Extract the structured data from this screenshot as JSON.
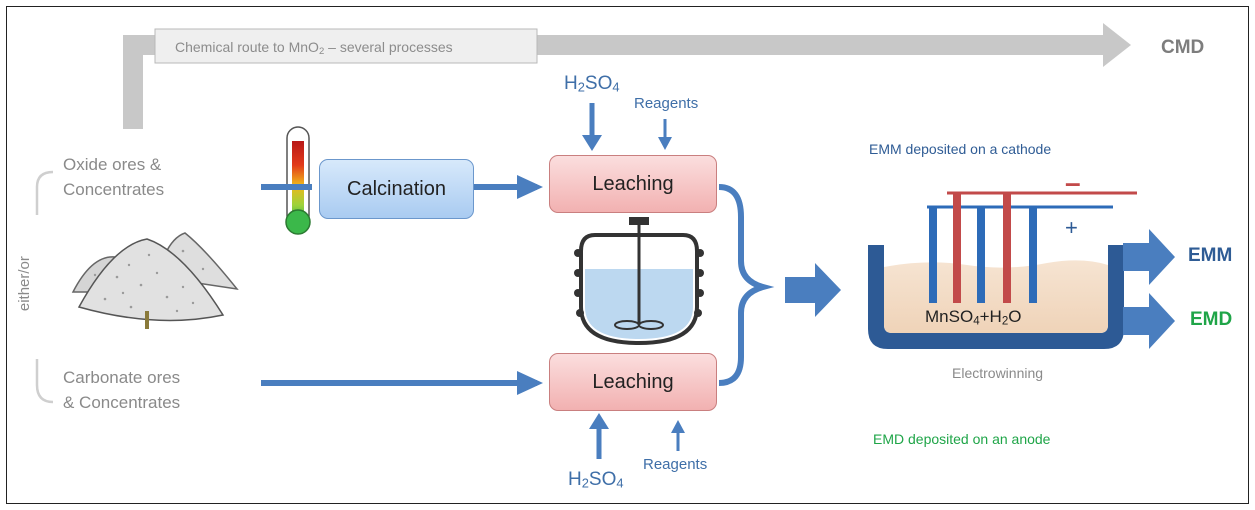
{
  "chem_route": {
    "label_pre": "Chemical route to MnO",
    "label_sub": "2",
    "label_post": " – several processes",
    "product": "CMD"
  },
  "inputs": {
    "oxide_line1": "Oxide ores &",
    "oxide_line2": "Concentrates",
    "carbonate_line1": "Carbonate ores",
    "carbonate_line2": "& Concentrates",
    "either_or": "either/or"
  },
  "process": {
    "calcination": "Calcination",
    "leaching_top": "Leaching",
    "leaching_bottom": "Leaching"
  },
  "reagents": {
    "h2so4_pre": "H",
    "h2so4_sub1": "2",
    "h2so4_mid": "SO",
    "h2so4_sub2": "4",
    "reagents_label": "Reagents"
  },
  "electrowinning": {
    "emm_note": "EMM deposited on a cathode",
    "emd_note": "EMD deposited on an anode",
    "electrolyte_pre": "MnSO",
    "electrolyte_sub1": "4",
    "electrolyte_mid": "+H",
    "electrolyte_sub2": "2",
    "electrolyte_post": "O",
    "caption": "Electrowinning",
    "minus": "–",
    "plus": "+",
    "out_emm": "EMM",
    "out_emd": "EMD"
  },
  "colors": {
    "arrow_blue": "#4a7ebf",
    "emm_text": "#2f5c95",
    "emd_text": "#1fa548",
    "anode_red": "#c24a4a",
    "cathode_blue": "#2d6bb8",
    "grey_arrow": "#c8c8c8"
  }
}
